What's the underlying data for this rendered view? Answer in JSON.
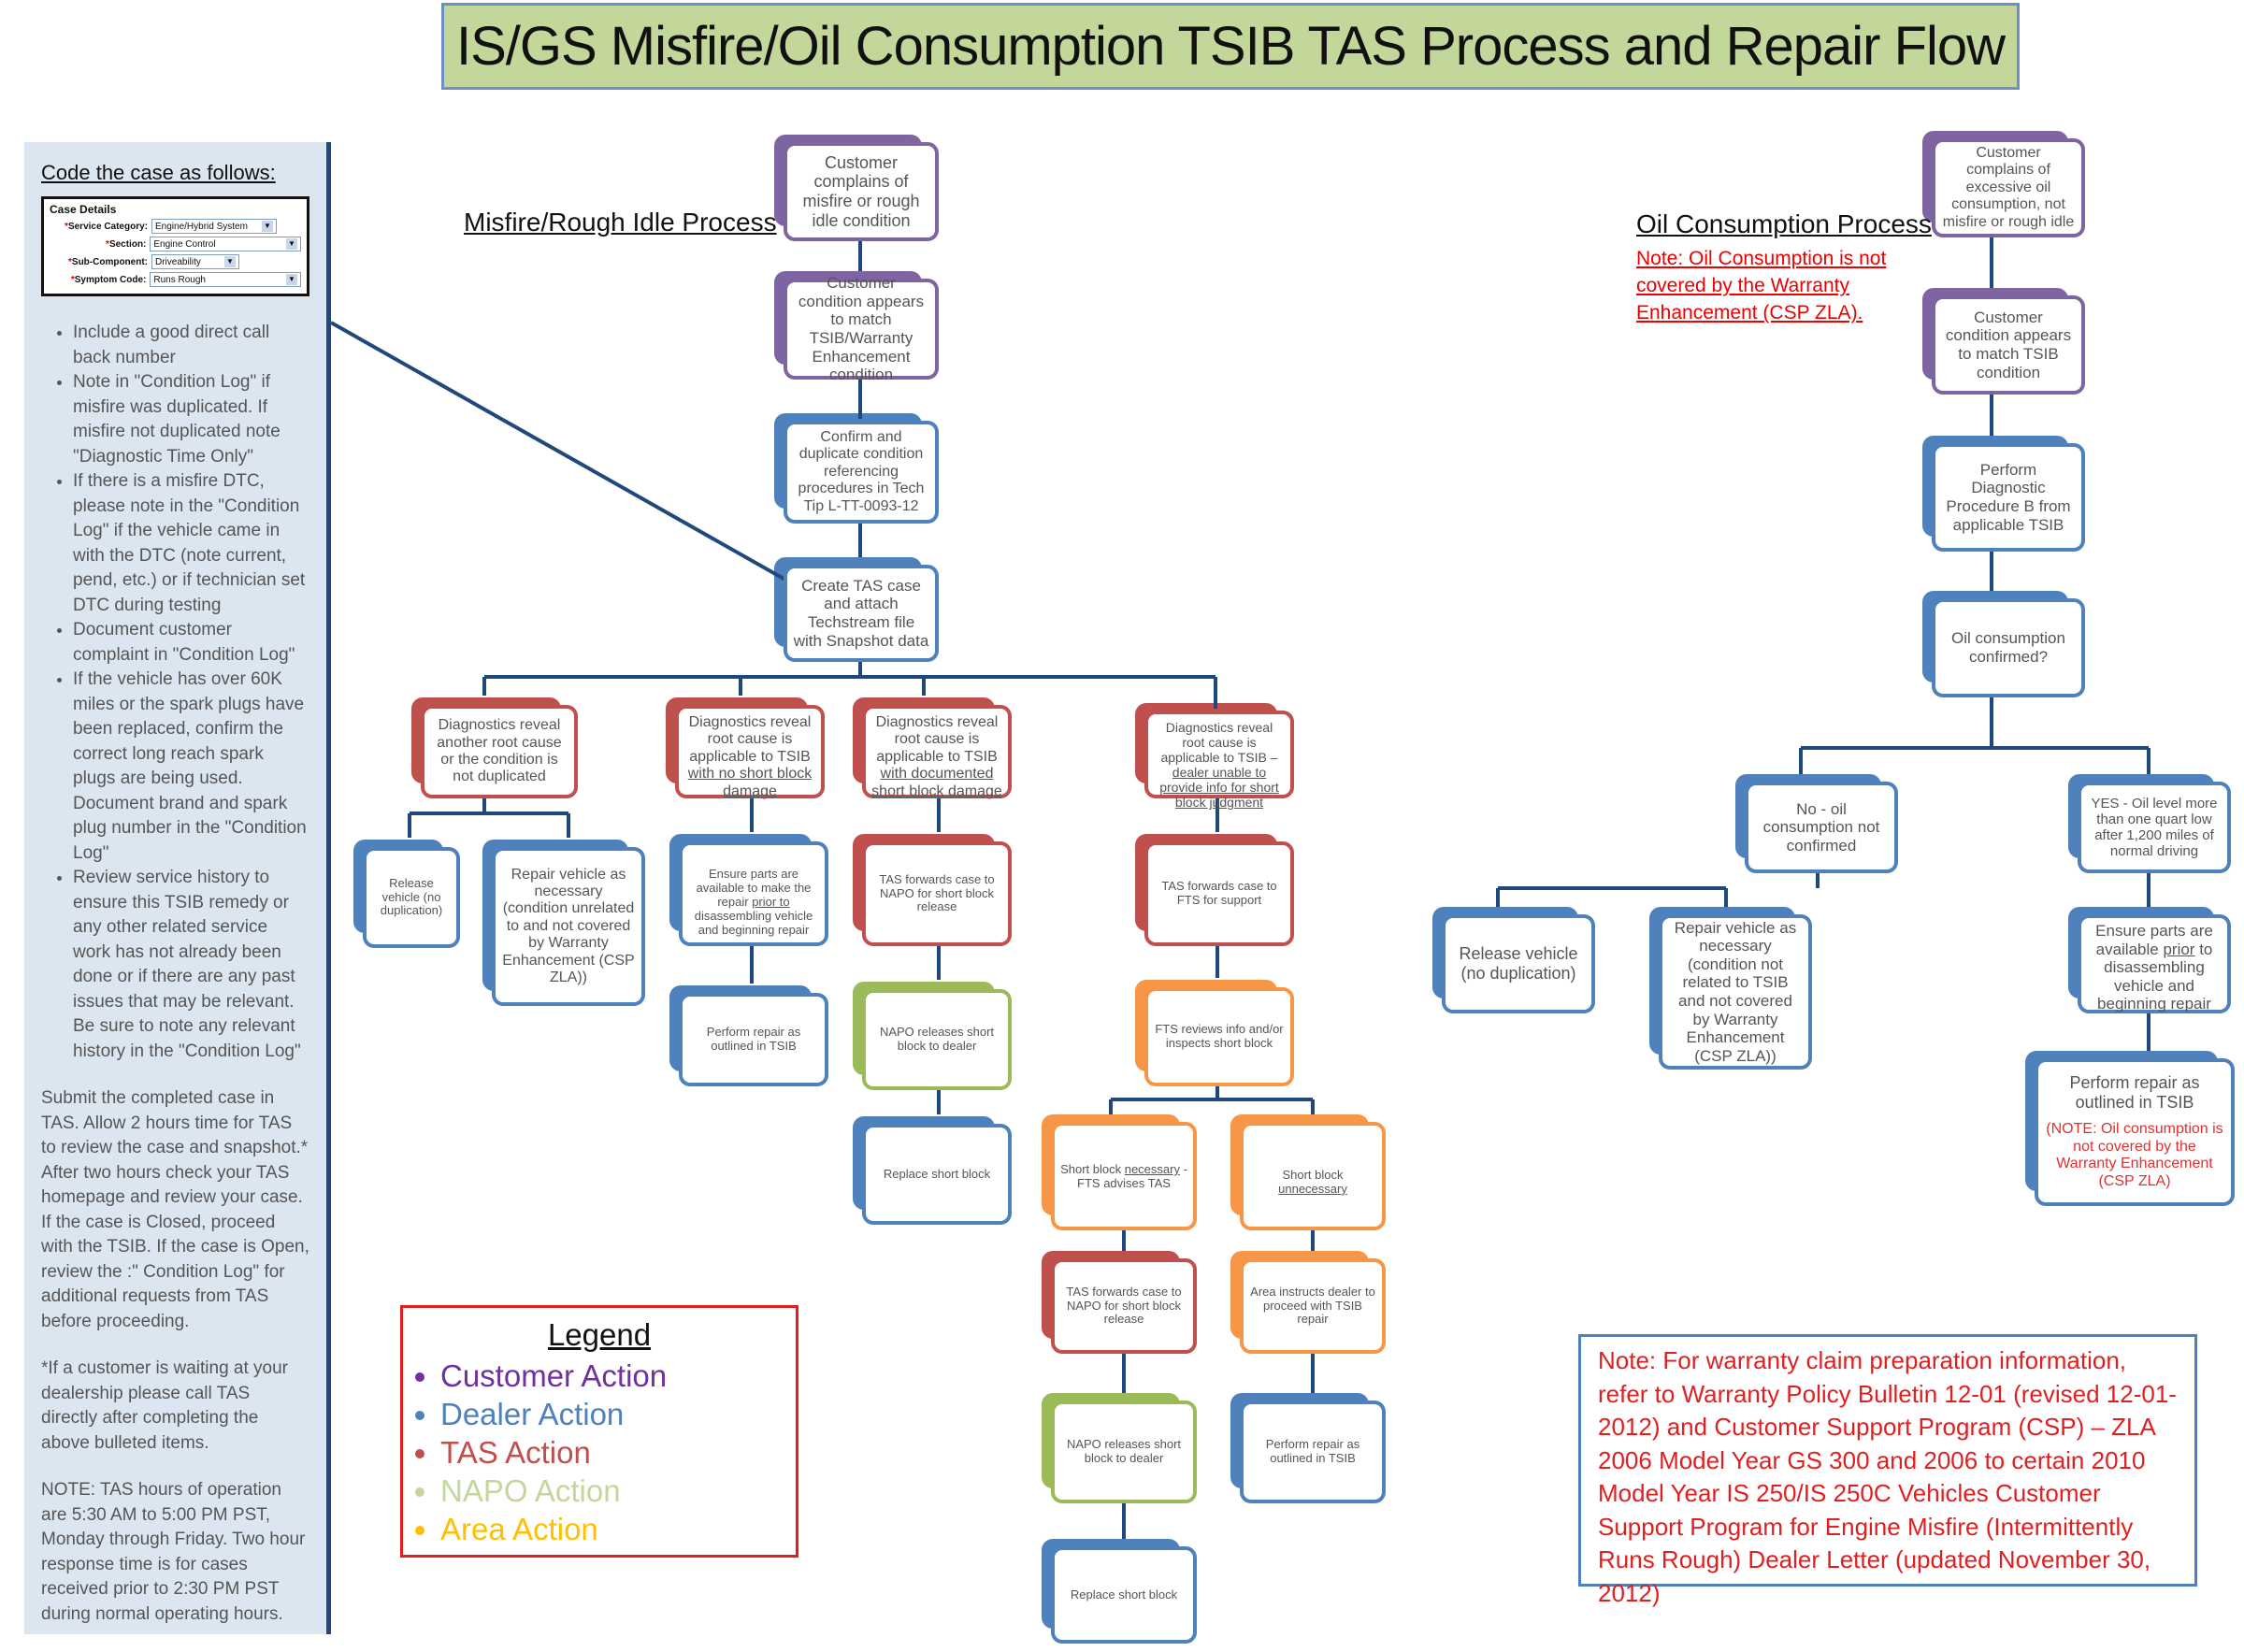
{
  "title": "IS/GS Misfire/Oil Consumption TSIB TAS Process and Repair Flow",
  "sidebar": {
    "heading": "Code the  case as follows:",
    "case_details": {
      "header": "Case Details",
      "rows": [
        {
          "label": "Service Category:",
          "value": "Engine/Hybrid System"
        },
        {
          "label": "Section:",
          "value": "Engine Control"
        },
        {
          "label": "Sub-Component:",
          "value": "Driveability"
        },
        {
          "label": "Symptom Code:",
          "value": "Runs Rough"
        }
      ]
    },
    "bullets": [
      "Include a good direct call back number",
      "Note in \"Condition Log\" if misfire was duplicated.  If misfire not duplicated note \"Diagnostic Time Only\"",
      "If there is a misfire DTC, please note in the \"Condition Log\" if the vehicle came in with the DTC (note current, pend, etc.) or if technician set DTC during testing",
      "Document customer complaint in \"Condition Log\"",
      "If the vehicle has over 60K miles or the spark plugs have been replaced, confirm the correct long reach spark plugs are being used.  Document brand and spark plug number in the \"Condition Log\"",
      "Review service history to ensure this TSIB remedy or any other related service work has not already been done or if there are any past issues that may be relevant.  Be sure to note any relevant history in the \"Condition Log\""
    ],
    "submit_text": "Submit the completed case in TAS.  Allow 2 hours time for TAS to review the case and snapshot.*  After two hours check your TAS homepage and review your case.  If the case is Closed, proceed with the TSIB.  If the case is Open, review the :\" Condition Log\" for additional requests from TAS before proceeding.",
    "waiting_text": "*If a customer is waiting at your dealership please call TAS directly after completing the above bulleted items.",
    "hours_text": "NOTE:  TAS hours of operation are 5:30 AM to 5:00 PM PST, Monday through Friday.  Two hour response time is for cases received prior to 2:30 PM PST during normal operating hours."
  },
  "misfire": {
    "title": "Misfire/Rough Idle Process",
    "customer_complains": "Customer complains of misfire or rough idle condition",
    "customer_condition": "Customer condition appears to match TSIB/Warranty Enhancement condition",
    "confirm": "Confirm and duplicate condition referencing procedures in Tech Tip L-TT-0093-12",
    "create_case": "Create TAS case and attach Techstream file with Snapshot data",
    "diag_another": "Diagnostics reveal another root cause or the condition is not duplicated",
    "diag_no_damage_a": "Diagnostics reveal root cause is applicable to TSIB ",
    "diag_no_damage_b": "with no short block damage",
    "diag_documented_a": "Diagnostics reveal root cause is applicable to TSIB ",
    "diag_documented_b": "with documented short block damage",
    "diag_unable_a": "Diagnostics reveal root cause is applicable to TSIB – ",
    "diag_unable_b": "dealer unable to provide info for short block judgment",
    "release_vehicle": "Release vehicle (no duplication)",
    "repair_vehicle": "Repair vehicle as necessary (condition unrelated to and not covered by Warranty Enhancement (CSP ZLA))",
    "ensure_parts_a": "Ensure parts are available to make the repair ",
    "ensure_parts_u": "prior to",
    "ensure_parts_b": " disassembling vehicle and beginning repair",
    "perform_repair_1": "Perform repair as outlined in TSIB",
    "tas_forwards_napo_1": "TAS forwards case to NAPO for short block release",
    "napo_releases_1": "NAPO releases short block to dealer",
    "replace_1": "Replace short block",
    "tas_forwards_fts": "TAS forwards case to FTS for support",
    "fts_reviews": "FTS reviews info and/or inspects short block",
    "sb_necessary_a": "Short block ",
    "sb_necessary_u": "necessary",
    "sb_necessary_b": " - FTS advises TAS",
    "sb_unnecessary_a": "Short block ",
    "sb_unnecessary_u": "unnecessary",
    "tas_forwards_napo_2": "TAS forwards case to NAPO for short block release",
    "area_instructs": "Area instructs dealer to proceed with TSIB repair",
    "napo_releases_2": "NAPO releases short block to dealer",
    "perform_repair_2": "Perform repair as outlined in TSIB",
    "replace_2": "Replace short block"
  },
  "oil": {
    "title": "Oil Consumption Process",
    "note": "Note:  Oil Consumption is not covered by the Warranty Enhancement (CSP ZLA).",
    "customer_complains": "Customer complains of excessive oil consumption, not misfire or rough idle",
    "customer_condition": "Customer condition appears to match TSIB condition",
    "perform_diag": "Perform Diagnostic Procedure B from applicable TSIB",
    "confirmed_q": "Oil consumption confirmed?",
    "no_branch": "No - oil consumption not confirmed",
    "yes_branch": "YES - Oil level more than one quart low after 1,200 miles of normal driving",
    "release_vehicle": "Release vehicle (no duplication)",
    "repair_vehicle": "Repair vehicle as necessary (condition not related to TSIB and not covered by Warranty Enhancement (CSP ZLA))",
    "ensure_parts_a": "Ensure parts are available ",
    "ensure_parts_u": "prior",
    "ensure_parts_b": " to disassembling vehicle and beginning repair",
    "perform_repair": "Perform repair as outlined in TSIB",
    "perform_repair_note": "(NOTE: Oil consumption is not covered by the Warranty Enhancement (CSP ZLA)"
  },
  "legend": {
    "title": "Legend",
    "items": [
      {
        "label": "Customer Action",
        "color": "#7030a0"
      },
      {
        "label": "Dealer Action",
        "color": "#4f81bd"
      },
      {
        "label": "TAS Action",
        "color": "#c0504d"
      },
      {
        "label": "NAPO Action",
        "color": "#c3d69b"
      },
      {
        "label": "Area Action",
        "color": "#ffc000"
      }
    ]
  },
  "warranty_note": "Note:  For warranty claim preparation information, refer to Warranty Policy Bulletin 12-01 (revised 12-01-2012) and Customer Support Program (CSP) – ZLA 2006 Model Year GS 300 and 2006 to certain 2010 Model Year IS 250/IS 250C Vehicles Customer Support Program for Engine Misfire (Intermittently Runs Rough) Dealer Letter (updated November 30, 2012)"
}
